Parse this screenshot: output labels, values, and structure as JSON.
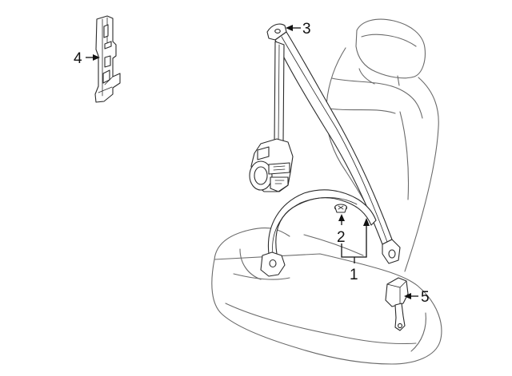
{
  "callouts": [
    {
      "id": "1",
      "text": "1"
    },
    {
      "id": "2",
      "text": "2"
    },
    {
      "id": "3",
      "text": "3"
    },
    {
      "id": "4",
      "text": "4"
    },
    {
      "id": "5",
      "text": "5"
    }
  ],
  "colors": {
    "line": "#2b2b2b",
    "seat_outline": "#6a6a6a",
    "background": "#ffffff"
  }
}
